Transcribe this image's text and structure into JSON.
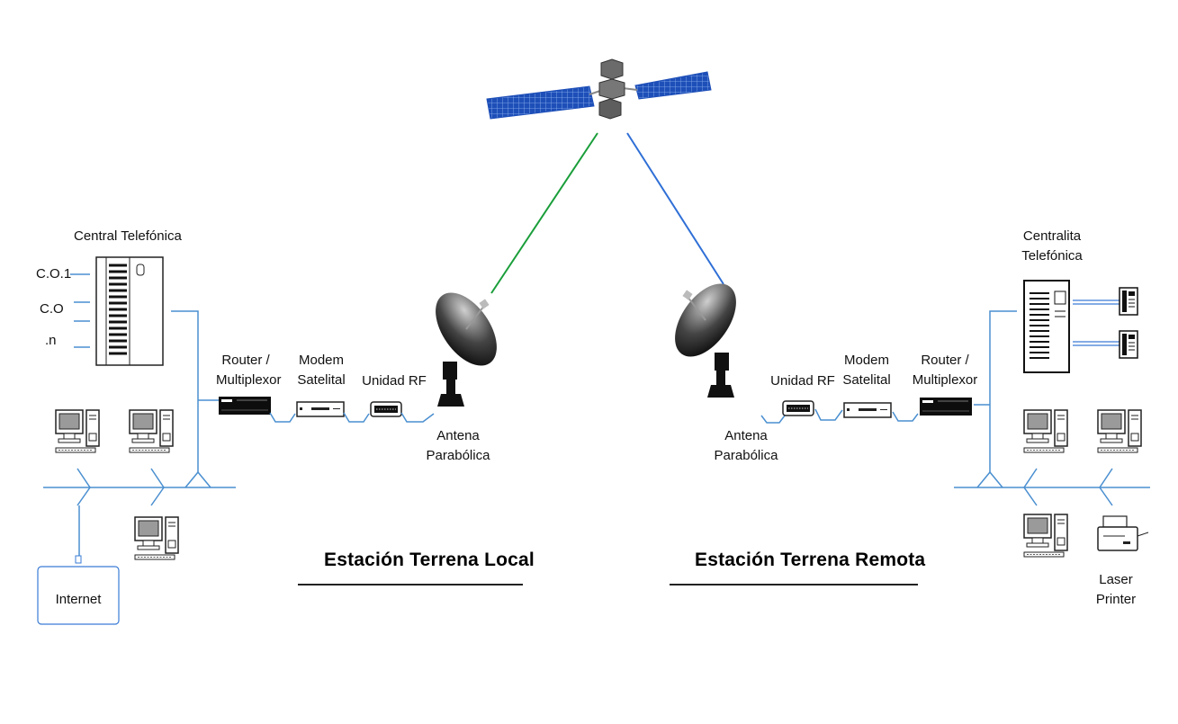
{
  "titles": {
    "local": "Estación Terrena Local",
    "remote": "Estación Terrena Remota"
  },
  "left": {
    "central_label": "Central Telefónica",
    "co_labels": [
      "C.O.1",
      "C.O",
      ".n"
    ],
    "router_label": [
      "Router /",
      "Multiplexor"
    ],
    "modem_label": [
      "Modem",
      "Satelital"
    ],
    "rf_label": "Unidad RF",
    "antenna_label": [
      "Antena",
      "Parabólica"
    ],
    "internet_label": "Internet"
  },
  "right": {
    "central_label": [
      "Centralita",
      "Telefónica"
    ],
    "router_label": [
      "Router /",
      "Multiplexor"
    ],
    "modem_label": [
      "Modem",
      "Satelital"
    ],
    "rf_label": "Unidad RF",
    "antenna_label": [
      "Antena",
      "Parabólica"
    ],
    "printer_label": [
      "Laser",
      "Printer"
    ]
  },
  "colors": {
    "uplink": "#1a9e3a",
    "downlink": "#2f6fd6",
    "network": "#4a8fd0",
    "solar_panel": "#1e4fb8",
    "device_dark": "#111111"
  }
}
